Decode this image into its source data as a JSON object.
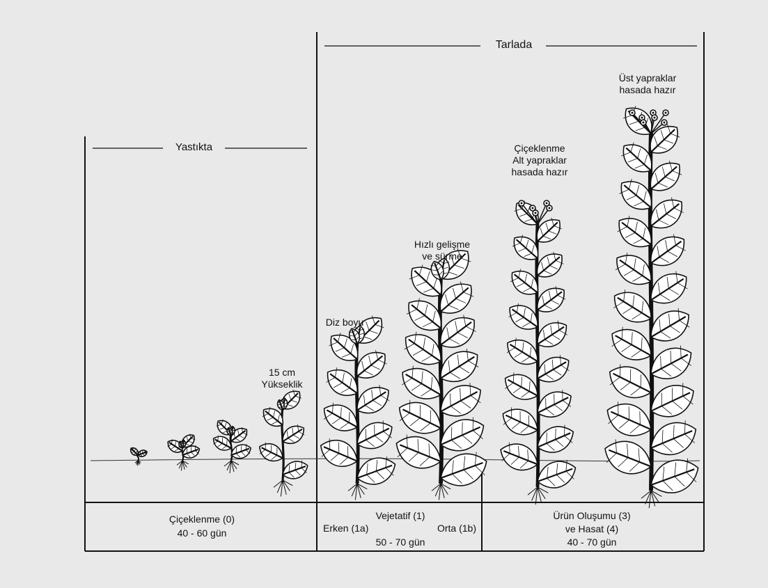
{
  "headers": {
    "nursery": "Yastıkta",
    "field": "Tarlada"
  },
  "annotations": {
    "height_15cm": "15 cm\nYükseklik",
    "knee_high": "Diz boyu",
    "rapid_growth": "Hızlı gelişme\nve sürme",
    "flowering_lower": "Çiçeklenme\nAlt yapraklar\nhasada hazır",
    "upper_leaves": "Üst yapraklar\nhasada hazır"
  },
  "stages": {
    "stage0": {
      "title": "Çiçeklenme (0)",
      "days": "40 - 60 gün"
    },
    "stage1": {
      "title": "Vejetatif (1)",
      "early": "Erken (1a)",
      "mid": "Orta (1b)",
      "days": "50 - 70 gün"
    },
    "stage3": {
      "title": "Ürün Oluşumu (3)",
      "title2": "ve Hasat (4)",
      "days": "40 - 70 gün"
    }
  },
  "colors": {
    "background": "#e9e9e9",
    "ink": "#111111",
    "plant_fill": "#ffffff"
  }
}
